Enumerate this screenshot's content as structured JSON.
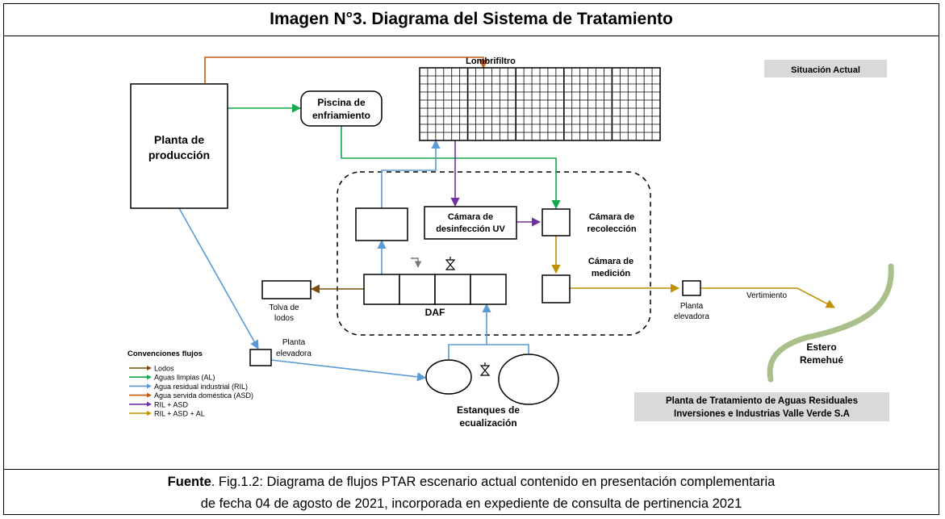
{
  "header": {
    "title": "Imagen N°3. Diagrama del Sistema de Tratamiento"
  },
  "diagram": {
    "status_badge": "Situación Actual",
    "lombrifiltro": "Lombrifiltro",
    "planta_produccion": [
      "Planta de",
      "producción"
    ],
    "piscina": [
      "Piscina de",
      "enfriamiento"
    ],
    "camara_uv": [
      "Cámara de",
      "desinfección UV"
    ],
    "camara_recoleccion": [
      "Cámara de",
      "recolección"
    ],
    "camara_medicion": [
      "Cámara de",
      "medición"
    ],
    "daf": "DAF",
    "tolva": [
      "Tolva de",
      "lodos"
    ],
    "planta_elevadora_left": [
      "Planta",
      "elevadora"
    ],
    "planta_elevadora_right": [
      "Planta",
      "elevadora"
    ],
    "vertimiento": "Vertimiento",
    "estero": [
      "Estero",
      "Remehué"
    ],
    "estanques": [
      "Estanques de",
      "ecualización"
    ],
    "ptar_caption": [
      "Planta de Tratamiento de Aguas Residuales",
      "Inversiones e Industrias Valle Verde S.A"
    ]
  },
  "legend": {
    "title": "Convenciones flujos",
    "items": [
      {
        "label": "Lodos",
        "color": "#7a4e0e"
      },
      {
        "label": "Aguas limpias (AL)",
        "color": "#12a84b"
      },
      {
        "label": "Agua residual industrial (RIL)",
        "color": "#5b9bd5"
      },
      {
        "label": "Agua servida doméstica (ASD)",
        "color": "#c55a11"
      },
      {
        "label": "RIL + ASD",
        "color": "#7030a0"
      },
      {
        "label": "RIL + ASD + AL",
        "color": "#bf9000"
      }
    ]
  },
  "colors": {
    "lodos": "#7a4e0e",
    "al": "#12a84b",
    "ril": "#5b9bd5",
    "asd": "#c55a11",
    "ril_asd": "#7030a0",
    "ril_asd_al": "#bf9000",
    "estero": "#a9c08a",
    "badge_bg": "#d9d9d9"
  },
  "footer": {
    "source_label": "Fuente",
    "source_text": ". Fig.1.2: Diagrama de flujos PTAR escenario actual contenido en presentación complementaria",
    "source_text_2": "de fecha 04 de agosto de 2021, incorporada en expediente de consulta de pertinencia 2021"
  }
}
